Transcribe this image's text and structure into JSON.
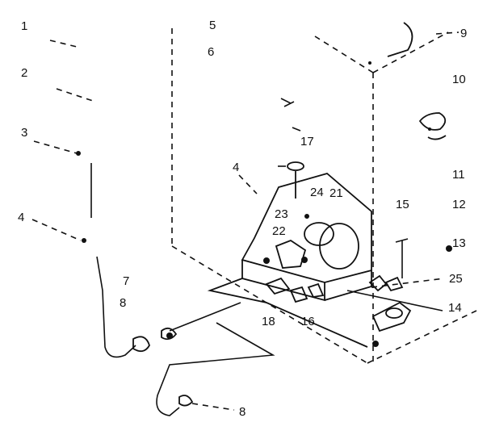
{
  "labels": {
    "l1": "1",
    "l2": "2",
    "l3": "3",
    "l4a": "4",
    "l4b": "4",
    "l5": "5",
    "l6": "6",
    "l7": "7",
    "l8a": "8",
    "l8b": "8",
    "l9": "9",
    "l10": "10",
    "l11": "11",
    "l12": "12",
    "l13": "13",
    "l14": "14",
    "l15": "15",
    "l16": "16",
    "l17": "17",
    "l18": "18",
    "l21": "21",
    "l22": "22",
    "l23": "23",
    "l24": "24",
    "l25": "25"
  }
}
